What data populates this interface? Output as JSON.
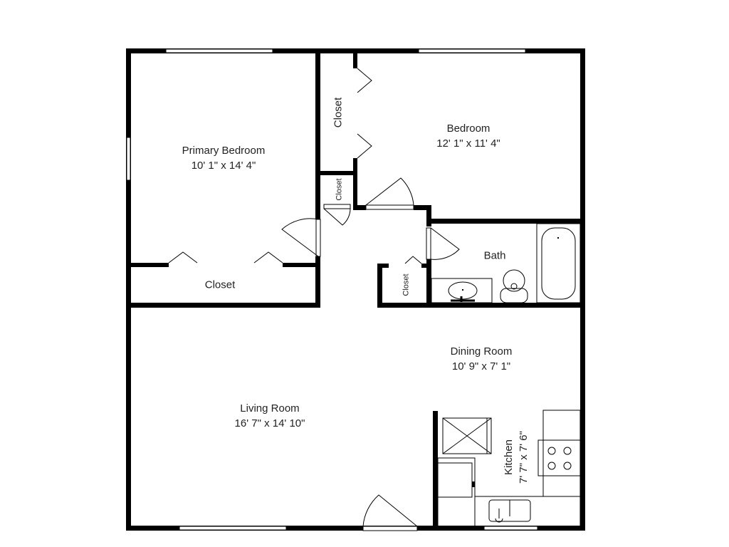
{
  "floorplan": {
    "rooms": [
      {
        "id": "primary-bedroom",
        "name": "Primary Bedroom",
        "dims": "10' 1\" x 14' 4\""
      },
      {
        "id": "bedroom",
        "name": "Bedroom",
        "dims": "12' 1\" x 11' 4\""
      },
      {
        "id": "bath",
        "name": "Bath"
      },
      {
        "id": "living-room",
        "name": "Living Room",
        "dims": "16' 7\" x 14' 10\""
      },
      {
        "id": "dining-room",
        "name": "Dining Room",
        "dims": "10' 9\" x 7' 1\""
      },
      {
        "id": "kitchen",
        "name": "Kitchen",
        "dims": "7' 7\" x 7' 6\""
      }
    ],
    "closets": [
      {
        "id": "primary-closet",
        "name": "Closet"
      },
      {
        "id": "bedroom-closet",
        "name": "Closet"
      },
      {
        "id": "hall-closet-small",
        "name": "Closet"
      },
      {
        "id": "hall-closet-bath",
        "name": "Closet"
      }
    ],
    "colors": {
      "wall": "#000000",
      "background": "#ffffff",
      "text": "#222222"
    }
  }
}
